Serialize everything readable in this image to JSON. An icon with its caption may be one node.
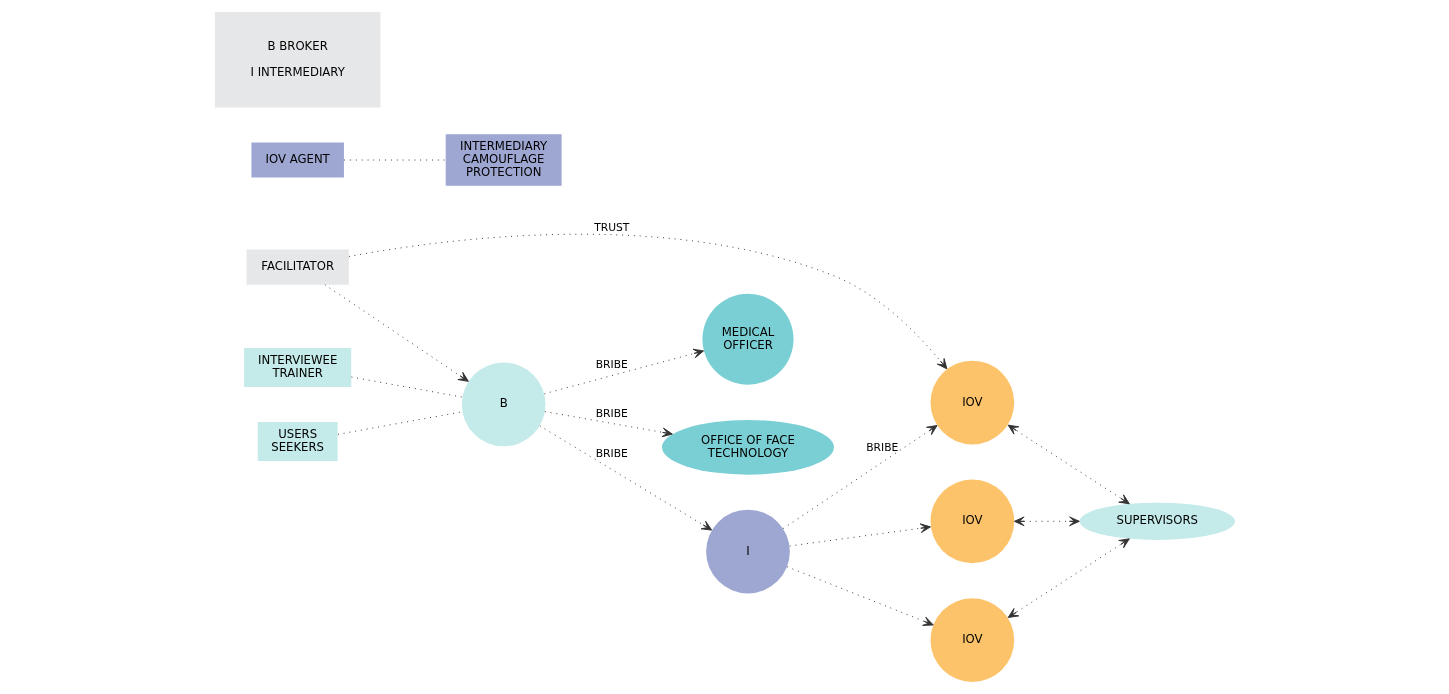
{
  "diagram": {
    "nodes": [
      {
        "text": [
          "MEDICAL OFFICER"
        ]
      },
      {
        "text": [
          "OFFICE OF FACE TECHNOLOGY"
        ]
      },
      {
        "text": [
          "INTERVIEWEE TRAINER"
        ]
      },
      {
        "text": [
          "FACILITATOR"
        ]
      },
      {
        "text": [
          "USERS SEEKERS"
        ]
      },
      {
        "text": [
          "B"
        ]
      },
      {
        "text": [
          "I"
        ]
      },
      {
        "text": [
          "IOV"
        ]
      },
      {
        "text": [
          "IOV"
        ]
      },
      {
        "text": [
          "IOV"
        ]
      },
      {
        "text": [
          "SUPERVISORS"
        ]
      },
      {
        "text": [
          "IOV AGENT"
        ]
      },
      {
        "text": [
          "INTERMEDIARY CAMOUFLAGE PROTECTION"
        ]
      },
      {
        "text": [
          "B BROKER",
          "I INTERMEDIARY"
        ]
      }
    ],
    "edges": [
      {
        "from": 5,
        "to": 0,
        "arrow": "to",
        "label": "BRIBE"
      },
      {
        "from": 5,
        "to": 1,
        "arrow": "to",
        "label": "BRIBE"
      },
      {
        "from": 2,
        "to": 5,
        "arrow": "none"
      },
      {
        "from": 4,
        "to": 5,
        "arrow": "none"
      },
      {
        "from": 3,
        "to": 5,
        "arrow": "to"
      },
      {
        "from": 3,
        "to": 7,
        "arrow": "to",
        "label": "TRUST"
      },
      {
        "from": 5,
        "to": 6,
        "arrow": "to",
        "label": "BRIBE"
      },
      {
        "from": 6,
        "to": 7,
        "arrow": "to",
        "label": "BRIBE"
      },
      {
        "from": 6,
        "to": 8,
        "arrow": "to"
      },
      {
        "from": 6,
        "to": 9,
        "arrow": "to"
      },
      {
        "from": 7,
        "to": 10,
        "arrow": "both"
      },
      {
        "from": 8,
        "to": 10,
        "arrow": "both"
      },
      {
        "from": 9,
        "to": 10,
        "arrow": "both"
      },
      {
        "from": 11,
        "to": 12,
        "arrow": "none"
      }
    ]
  }
}
